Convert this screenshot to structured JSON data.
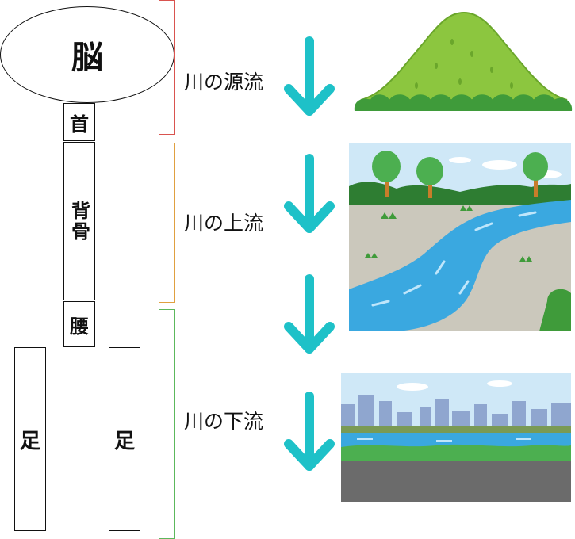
{
  "body": {
    "brain": "脳",
    "neck": "首",
    "spine": "背骨",
    "waist": "腰",
    "left_leg": "足",
    "right_leg": "足"
  },
  "river": {
    "source": "川の源流",
    "upstream": "川の上流",
    "downstream": "川の下流"
  },
  "colors": {
    "bracket_top": "#d9534f",
    "bracket_middle": "#e0a040",
    "bracket_bottom": "#5cb85c",
    "arrow": "#1ec1c8"
  }
}
